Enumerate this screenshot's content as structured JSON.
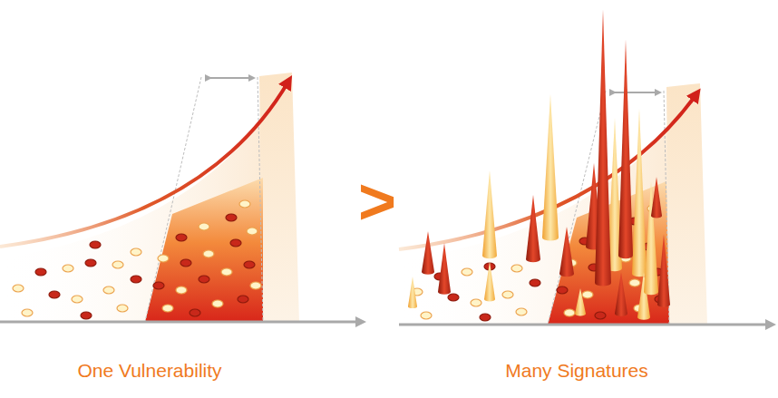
{
  "diagram": {
    "labels": [
      ">",
      "One Vulnerability",
      "Many Signatures"
    ]
  }
}
